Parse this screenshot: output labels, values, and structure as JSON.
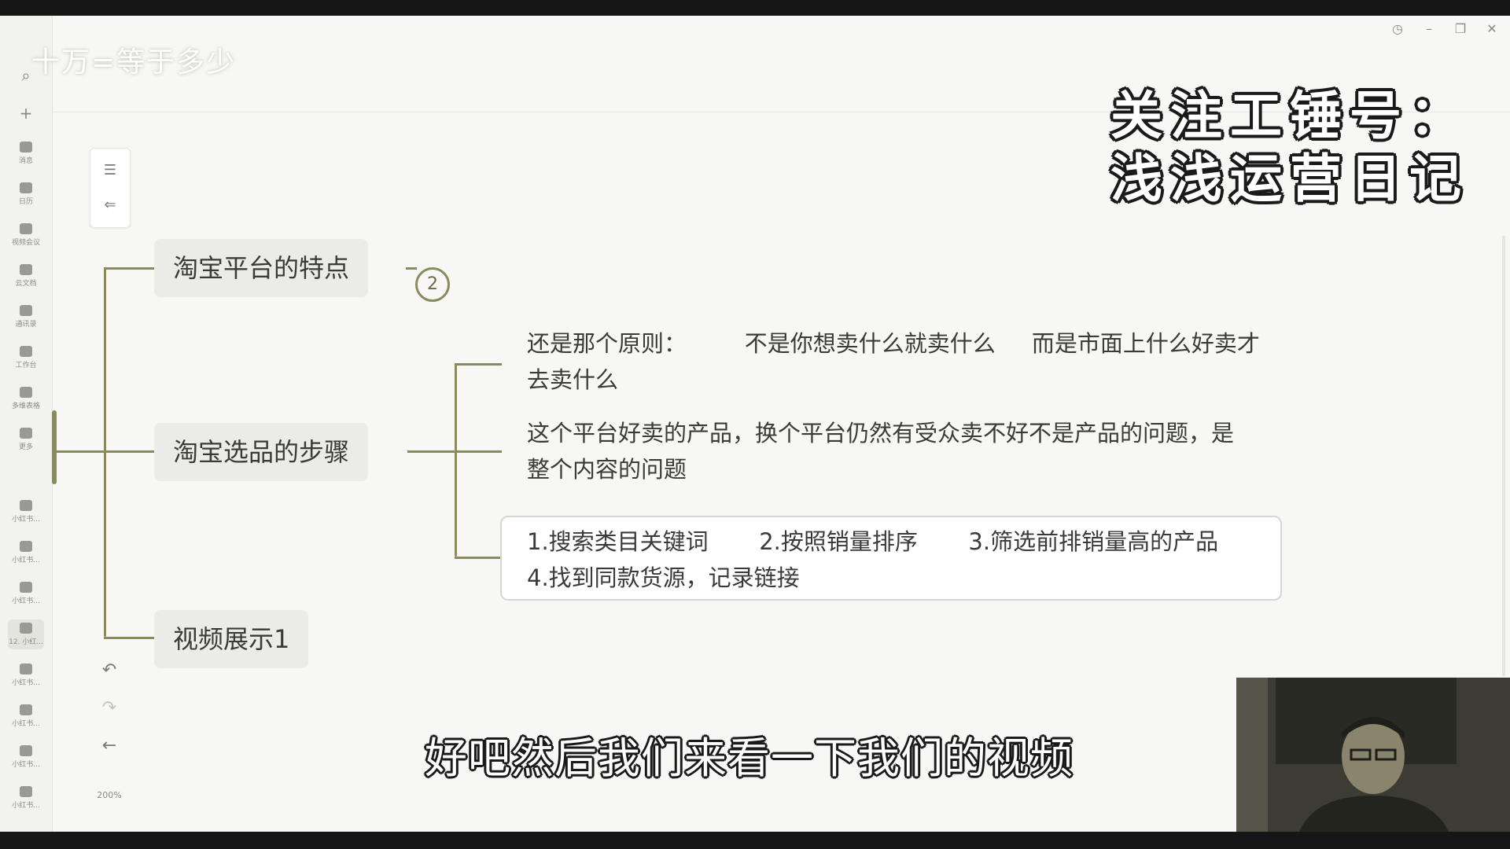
{
  "app": {
    "doc_title": "十万=等于多少",
    "window_controls": [
      "history-icon",
      "minimize-icon",
      "maximize-icon",
      "close-icon"
    ],
    "zoom": "200%"
  },
  "sidebar": {
    "items": [
      {
        "label": "消息",
        "icon": "chat-icon"
      },
      {
        "label": "日历",
        "icon": "calendar-icon"
      },
      {
        "label": "视频会议",
        "icon": "video-icon"
      },
      {
        "label": "云文档",
        "icon": "doc-icon"
      },
      {
        "label": "通讯录",
        "icon": "contacts-icon"
      },
      {
        "label": "工作台",
        "icon": "grid-icon"
      },
      {
        "label": "多维表格",
        "icon": "table-icon"
      },
      {
        "label": "更多",
        "icon": "more-icon"
      },
      {
        "label": "小红书...",
        "icon": "app-icon"
      },
      {
        "label": "小红书...",
        "icon": "app-icon"
      },
      {
        "label": "小红书...",
        "icon": "app-icon"
      },
      {
        "label": "12. 小红...",
        "icon": "app-icon"
      },
      {
        "label": "小红书...",
        "icon": "app-icon"
      },
      {
        "label": "小红书...",
        "icon": "app-icon"
      },
      {
        "label": "小红书...",
        "icon": "app-icon"
      },
      {
        "label": "小红书...",
        "icon": "app-icon"
      }
    ]
  },
  "mindmap": {
    "nodes": [
      {
        "label": "淘宝平台的特点",
        "badge": "2"
      },
      {
        "label": "淘宝选品的步骤"
      },
      {
        "label": "视频展示1"
      }
    ],
    "leaves": [
      {
        "line1": "还是那个原则：        不是你想卖什么就卖什么     而是市面上什么好卖才",
        "line2": "去卖什么"
      },
      {
        "line1": "这个平台好卖的产品，换个平台仍然有受众卖不好不是产品的问题，是",
        "line2": "整个内容的问题"
      },
      {
        "line1": "1.搜索类目关键词       2.按照销量排序       3.筛选前排销量高的产品",
        "line2": "4.找到同款货源，记录链接"
      }
    ]
  },
  "overlay": {
    "watermark_line1": "关注工锤号：",
    "watermark_line2": "浅浅运营日记",
    "subtitle": "好吧然后我们来看一下我们的视频"
  },
  "colors": {
    "connector": "#8a8a5e",
    "node_bg": "#ebebe7",
    "canvas_bg": "#f7f7f5"
  }
}
